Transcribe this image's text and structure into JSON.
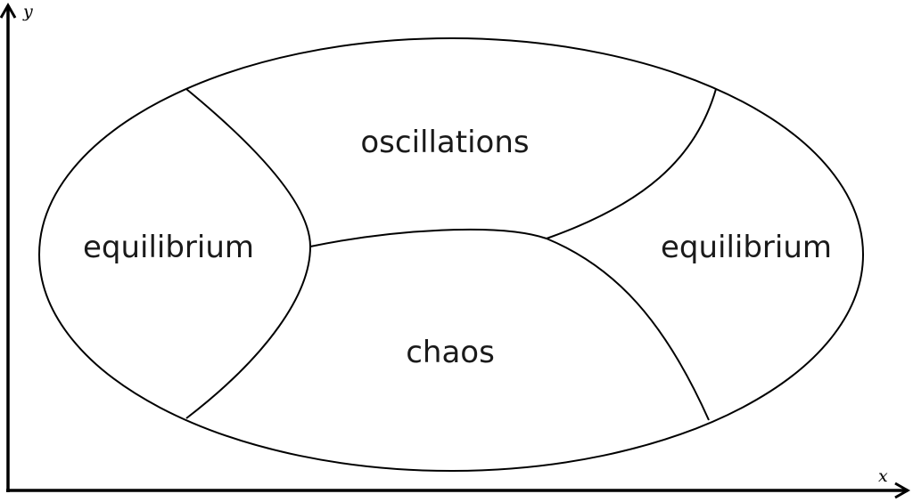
{
  "axes": {
    "x_label": "x",
    "y_label": "y"
  },
  "regions": {
    "oscillations": "oscillations",
    "equilibrium_left": "equilibrium",
    "equilibrium_right": "equilibrium",
    "chaos": "chaos"
  }
}
